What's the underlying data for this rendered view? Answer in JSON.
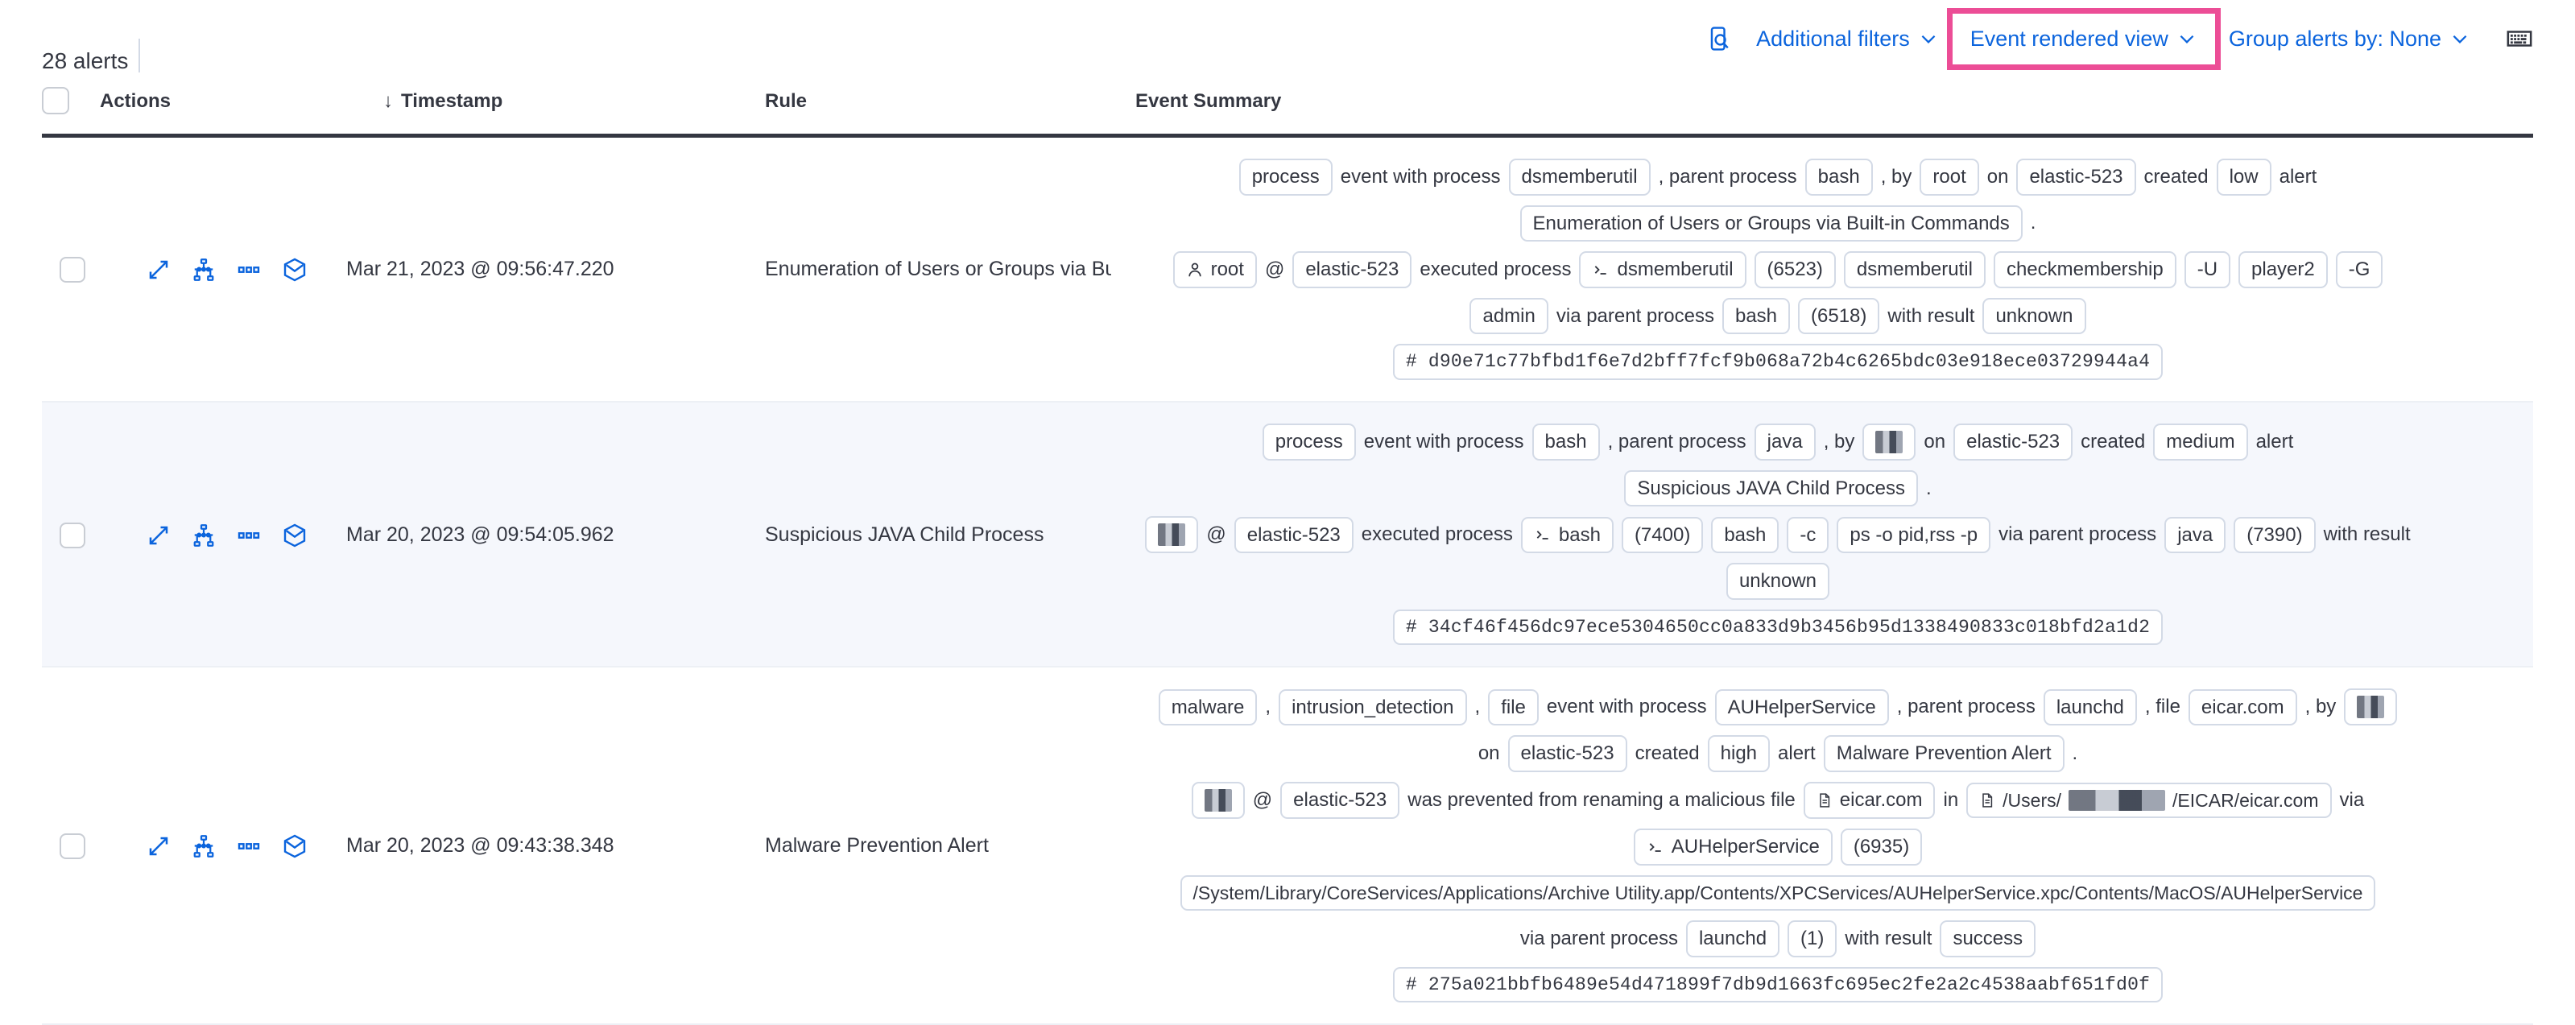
{
  "toolbar": {
    "alert_count": "28 alerts",
    "inspect_icon": "inspect-query-icon",
    "additional_filters_label": "Additional filters",
    "event_rendered_view_label": "Event rendered view",
    "group_alerts_label": "Group alerts by: None",
    "keyboard_icon": "keyboard-icon",
    "chevron": "∨",
    "highlight_color": "#EC4D96",
    "link_color": "#0B64DD"
  },
  "table": {
    "columns": {
      "actions": "Actions",
      "timestamp": "Timestamp",
      "rule": "Rule",
      "event_summary": "Event Summary",
      "sort_arrow": "↓"
    },
    "row_actions": [
      "expand-icon",
      "analyzer-icon",
      "more-actions-icon",
      "session-view-icon"
    ],
    "rows": [
      {
        "timestamp": "Mar 21, 2023 @ 09:56:47.220",
        "rule": "Enumeration of Users or Groups via Bui",
        "shaded": false,
        "summary": [
          [
            {
              "t": "badge",
              "v": "process"
            },
            {
              "t": "txt",
              "v": "event with process"
            },
            {
              "t": "badge",
              "v": "dsmemberutil"
            },
            {
              "t": "txt",
              "v": ", parent process"
            },
            {
              "t": "badge",
              "v": "bash"
            },
            {
              "t": "txt",
              "v": ", by"
            },
            {
              "t": "badge",
              "v": "root"
            },
            {
              "t": "txt",
              "v": "on"
            },
            {
              "t": "badge",
              "v": "elastic-523"
            },
            {
              "t": "txt",
              "v": "created"
            },
            {
              "t": "badge",
              "v": "low"
            },
            {
              "t": "txt",
              "v": "alert"
            }
          ],
          [
            {
              "t": "badge",
              "v": "Enumeration of Users or Groups via Built-in Commands"
            },
            {
              "t": "txt",
              "v": "."
            }
          ],
          [
            {
              "t": "badge",
              "v": "root",
              "icon": "user-icon"
            },
            {
              "t": "txt",
              "v": "@"
            },
            {
              "t": "badge",
              "v": "elastic-523"
            },
            {
              "t": "txt",
              "v": "executed process"
            },
            {
              "t": "badge",
              "v": "dsmemberutil",
              "icon": "console-icon"
            },
            {
              "t": "badge",
              "v": "(6523)"
            },
            {
              "t": "badge",
              "v": "dsmemberutil"
            },
            {
              "t": "badge",
              "v": "checkmembership"
            },
            {
              "t": "badge",
              "v": "-U"
            },
            {
              "t": "badge",
              "v": "player2"
            },
            {
              "t": "badge",
              "v": "-G"
            }
          ],
          [
            {
              "t": "badge",
              "v": "admin"
            },
            {
              "t": "txt",
              "v": "via parent process"
            },
            {
              "t": "badge",
              "v": "bash"
            },
            {
              "t": "badge",
              "v": "(6518)"
            },
            {
              "t": "txt",
              "v": "with result"
            },
            {
              "t": "badge",
              "v": "unknown"
            }
          ],
          [
            {
              "t": "hash",
              "v": "d90e71c77bfbd1f6e7d2bff7fcf9b068a72b4c6265bdc03e918ece03729944a4"
            }
          ]
        ]
      },
      {
        "timestamp": "Mar 20, 2023 @ 09:54:05.962",
        "rule": "Suspicious JAVA Child Process",
        "shaded": true,
        "summary": [
          [
            {
              "t": "badge",
              "v": "process"
            },
            {
              "t": "txt",
              "v": "event with process"
            },
            {
              "t": "badge",
              "v": "bash"
            },
            {
              "t": "txt",
              "v": ", parent process"
            },
            {
              "t": "badge",
              "v": "java"
            },
            {
              "t": "txt",
              "v": ", by"
            },
            {
              "t": "redact",
              "v": ""
            },
            {
              "t": "txt",
              "v": "on"
            },
            {
              "t": "badge",
              "v": "elastic-523"
            },
            {
              "t": "txt",
              "v": "created"
            },
            {
              "t": "badge",
              "v": "medium"
            },
            {
              "t": "txt",
              "v": "alert"
            }
          ],
          [
            {
              "t": "badge",
              "v": "Suspicious JAVA Child Process"
            },
            {
              "t": "txt",
              "v": "."
            }
          ],
          [
            {
              "t": "redact",
              "v": ""
            },
            {
              "t": "txt",
              "v": "@"
            },
            {
              "t": "badge",
              "v": "elastic-523"
            },
            {
              "t": "txt",
              "v": "executed process"
            },
            {
              "t": "badge",
              "v": "bash",
              "icon": "console-icon"
            },
            {
              "t": "badge",
              "v": "(7400)"
            },
            {
              "t": "badge",
              "v": "bash"
            },
            {
              "t": "badge",
              "v": "-c"
            },
            {
              "t": "badge",
              "v": "ps -o pid,rss -p"
            },
            {
              "t": "txt",
              "v": "via parent process"
            },
            {
              "t": "badge",
              "v": "java"
            },
            {
              "t": "badge",
              "v": "(7390)"
            },
            {
              "t": "txt",
              "v": "with result"
            }
          ],
          [
            {
              "t": "badge",
              "v": "unknown"
            }
          ],
          [
            {
              "t": "hash",
              "v": "34cf46f456dc97ece5304650cc0a833d9b3456b95d1338490833c018bfd2a1d2"
            }
          ]
        ]
      },
      {
        "timestamp": "Mar 20, 2023 @ 09:43:38.348",
        "rule": "Malware Prevention Alert",
        "shaded": false,
        "summary": [
          [
            {
              "t": "badge",
              "v": "malware"
            },
            {
              "t": "txt",
              "v": ","
            },
            {
              "t": "badge",
              "v": "intrusion_detection"
            },
            {
              "t": "txt",
              "v": ","
            },
            {
              "t": "badge",
              "v": "file"
            },
            {
              "t": "txt",
              "v": "event with process"
            },
            {
              "t": "badge",
              "v": "AUHelperService"
            },
            {
              "t": "txt",
              "v": ", parent process"
            },
            {
              "t": "badge",
              "v": "launchd"
            },
            {
              "t": "txt",
              "v": ", file"
            },
            {
              "t": "badge",
              "v": "eicar.com"
            },
            {
              "t": "txt",
              "v": ", by"
            },
            {
              "t": "redact",
              "v": ""
            }
          ],
          [
            {
              "t": "txt",
              "v": "on"
            },
            {
              "t": "badge",
              "v": "elastic-523"
            },
            {
              "t": "txt",
              "v": "created"
            },
            {
              "t": "badge",
              "v": "high"
            },
            {
              "t": "txt",
              "v": "alert"
            },
            {
              "t": "badge",
              "v": "Malware Prevention Alert"
            },
            {
              "t": "txt",
              "v": "."
            }
          ],
          [
            {
              "t": "redact",
              "v": ""
            },
            {
              "t": "txt",
              "v": "@"
            },
            {
              "t": "badge",
              "v": "elastic-523"
            },
            {
              "t": "txt",
              "v": "was prevented from renaming a malicious file"
            },
            {
              "t": "badge",
              "v": "eicar.com",
              "icon": "file-icon"
            },
            {
              "t": "txt",
              "v": "in"
            },
            {
              "t": "badge_redact_path",
              "pre": "/Users/",
              "post": "/EICAR/eicar.com",
              "icon": "file-icon"
            },
            {
              "t": "txt",
              "v": "via"
            }
          ],
          [
            {
              "t": "badge",
              "v": "AUHelperService",
              "icon": "console-icon"
            },
            {
              "t": "badge",
              "v": "(6935)"
            }
          ],
          [
            {
              "t": "badge",
              "v": "/System/Library/CoreServices/Applications/Archive Utility.app/Contents/XPCServices/AUHelperService.xpc/Contents/MacOS/AUHelperService"
            }
          ],
          [
            {
              "t": "txt",
              "v": "via parent process"
            },
            {
              "t": "badge",
              "v": "launchd"
            },
            {
              "t": "badge",
              "v": "(1)"
            },
            {
              "t": "txt",
              "v": "with result"
            },
            {
              "t": "badge",
              "v": "success"
            }
          ],
          [
            {
              "t": "hash",
              "v": "275a021bbfb6489e54d471899f7db9d1663fc695ec2fe2a2c4538aabf651fd0f"
            }
          ]
        ]
      }
    ]
  }
}
